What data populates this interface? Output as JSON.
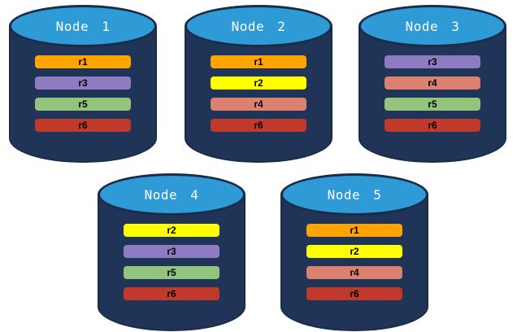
{
  "diagram": {
    "description": "Five database nodes with replica bars",
    "replica_colors": {
      "r1": "#FFA400",
      "r2": "#FFFF00",
      "r3": "#8E7CC3",
      "r4": "#DC8070",
      "r5": "#93C47D",
      "r6": "#C0392B"
    },
    "node_colors": {
      "body": "#1F3456",
      "top": "#2E9BD6",
      "outline": "#1A2C49",
      "title_text": "#FFFFFF",
      "bar_text": "#000000"
    },
    "nodes": [
      {
        "name": "Node 1",
        "replicas": [
          "r1",
          "r3",
          "r5",
          "r6"
        ]
      },
      {
        "name": "Node 2",
        "replicas": [
          "r1",
          "r2",
          "r4",
          "r6"
        ]
      },
      {
        "name": "Node 3",
        "replicas": [
          "r3",
          "r4",
          "r5",
          "r6"
        ]
      },
      {
        "name": "Node 4",
        "replicas": [
          "r2",
          "r3",
          "r5",
          "r6"
        ]
      },
      {
        "name": "Node 5",
        "replicas": [
          "r1",
          "r2",
          "r4",
          "r6"
        ]
      }
    ]
  }
}
